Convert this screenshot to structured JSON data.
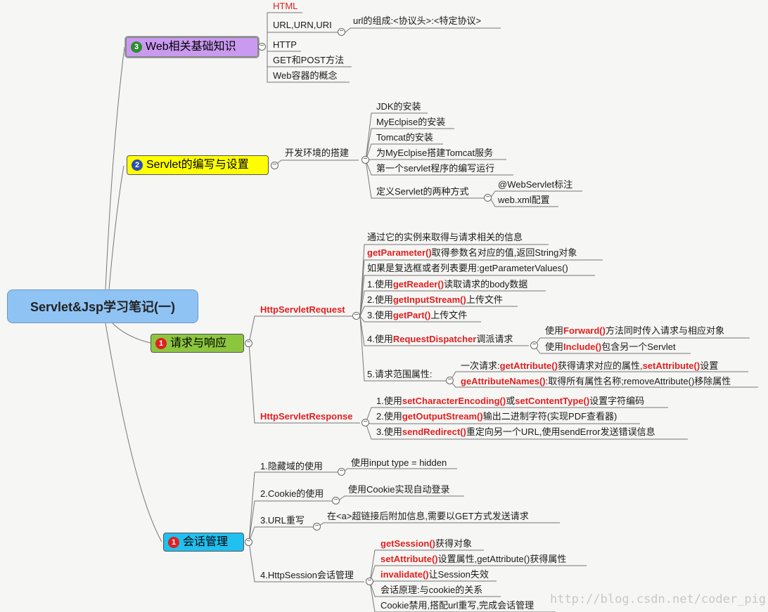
{
  "root": {
    "label": "Servlet&Jsp学习笔记(一)"
  },
  "branches": {
    "web": {
      "badge": "3",
      "label": "Web相关基础知识",
      "items": [
        "HTML",
        "URL,URN,URI",
        "HTTP",
        "GET和POST方法",
        "Web容器的概念"
      ],
      "uri_note": "url的组成:<协议头>:<特定协议>"
    },
    "servlet": {
      "badge": "2",
      "label": "Servlet的编写与设置",
      "env": "开发环境的搭建",
      "items": [
        "JDK的安装",
        "MyEclpise的安装",
        "Tomcat的安装",
        "为MyEclpise搭建Tomcat服务",
        "第一个servlet程序的编写运行",
        "定义Servlet的两种方式"
      ],
      "ways": [
        "@WebServlet标注",
        "web.xml配置"
      ]
    },
    "request": {
      "badge": "1",
      "label": "请求与响应",
      "req_title": "HttpServletRequest",
      "req_items": [
        {
          "pre": "",
          "hl": "",
          "post": "通过它的实例来取得与请求相关的信息"
        },
        {
          "pre": "",
          "hl": "getParameter()",
          "post": "取得参数名对应的值,返回String对象"
        },
        {
          "pre": "",
          "hl": "",
          "post": "如果是复选框或者列表要用:getParameterValues()"
        },
        {
          "pre": "1.使用",
          "hl": "getReader()",
          "post": "读取请求的body数据"
        },
        {
          "pre": "2.使用",
          "hl": "getInputStream()",
          "post": "上传文件"
        },
        {
          "pre": "3.使用",
          "hl": "getPart()",
          "post": "上传文件"
        },
        {
          "pre": "4.使用",
          "hl": "RequestDispatcher",
          "post": "调派请求"
        },
        {
          "pre": "5.请求范围属性:",
          "hl": "",
          "post": ""
        }
      ],
      "dispatch": [
        {
          "pre": "使用",
          "hl": "Forward()",
          "post": "方法同时传入请求与相应对象"
        },
        {
          "pre": "使用",
          "hl": "Include()",
          "post": "包含另一个Servlet"
        }
      ],
      "scope": [
        {
          "pre": "一次请求:",
          "hl": "getAttribute()",
          "mid": "获得请求对应的属性,",
          "hl2": "setAttribute()",
          "post": "设置"
        },
        {
          "pre": "",
          "hl": "geAttributeNames()",
          "mid": ":取得所有属性名称;removeAttribute()移除属性",
          "hl2": "",
          "post": ""
        }
      ],
      "resp_title": "HttpServletResponse",
      "resp_items": [
        {
          "pre": "1.使用",
          "hl": "setCharacterEncoding()",
          "mid": "或",
          "hl2": "setContentType()",
          "post": "设置字符编码"
        },
        {
          "pre": "2.使用",
          "hl": "getOutputStream()",
          "mid": "输出二进制字符(实现PDF查看器)",
          "hl2": "",
          "post": ""
        },
        {
          "pre": "3.使用",
          "hl": "sendRedirect()",
          "mid": "重定向另一个URL,使用sendError发送错误信息",
          "hl2": "",
          "post": ""
        }
      ]
    },
    "session": {
      "badge": "1",
      "label": "会话管理",
      "items": [
        {
          "label": "1.隐藏域的使用",
          "note": "使用input  type = hidden"
        },
        {
          "label": "2.Cookie的使用",
          "note": "使用Cookie实现自动登录"
        },
        {
          "label": "3.URL重写",
          "note": "在<a>超链接后附加信息,需要以GET方式发送请求"
        },
        {
          "label": "4.HttpSession会话管理",
          "note": ""
        }
      ],
      "httpsession": [
        {
          "hl": "getSession()",
          "post": "获得对象"
        },
        {
          "hl": "setAttribute()",
          "post": "设置属性,getAttribute()获得属性"
        },
        {
          "hl": "invalidate()",
          "post": "让Session失效"
        },
        {
          "hl": "",
          "post": "会话原理:与cookie的关系"
        },
        {
          "hl": "",
          "post": "Cookie禁用,搭配url重写,完成会话管理"
        }
      ]
    }
  },
  "watermark": "http://blog.csdn.net/coder_pig",
  "colors": {
    "web": "#c99af0",
    "servlet": "#ffff00",
    "request": "#8cc63f",
    "session": "#20c0f0",
    "root": "#8fc3f4",
    "highlight": "#e02020"
  }
}
